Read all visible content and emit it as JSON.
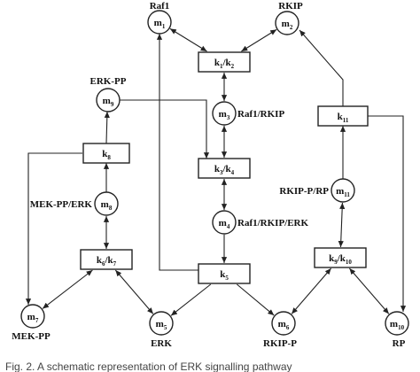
{
  "diagram": {
    "caption": "Fig. 2. A schematic representation of ERK signalling pathway",
    "nodes": [
      {
        "id": "m1",
        "kind": "species",
        "main": "m",
        "sub": "1",
        "label": "Raf1"
      },
      {
        "id": "m2",
        "kind": "species",
        "main": "m",
        "sub": "2",
        "label": "RKIP"
      },
      {
        "id": "m3",
        "kind": "species",
        "main": "m",
        "sub": "3",
        "label": "Raf1/RKIP"
      },
      {
        "id": "m4",
        "kind": "species",
        "main": "m",
        "sub": "4",
        "label": "Raf1/RKIP/ERK"
      },
      {
        "id": "m5",
        "kind": "species",
        "main": "m",
        "sub": "5",
        "label": "ERK"
      },
      {
        "id": "m6",
        "kind": "species",
        "main": "m",
        "sub": "6",
        "label": "RKIP-P"
      },
      {
        "id": "m7",
        "kind": "species",
        "main": "m",
        "sub": "7",
        "label": "MEK-PP"
      },
      {
        "id": "m8",
        "kind": "species",
        "main": "m",
        "sub": "8",
        "label": "MEK-PP/ERK"
      },
      {
        "id": "m9",
        "kind": "species",
        "main": "m",
        "sub": "9",
        "label": "ERK-PP"
      },
      {
        "id": "m10",
        "kind": "species",
        "main": "m",
        "sub": "10",
        "label": "RP"
      },
      {
        "id": "m11",
        "kind": "species",
        "main": "m",
        "sub": "11",
        "label": "RKIP-P/RP"
      },
      {
        "id": "k1k2",
        "kind": "reaction",
        "parts": [
          {
            "main": "k",
            "sub": "1"
          },
          {
            "main": "k",
            "sub": "2"
          }
        ]
      },
      {
        "id": "k3k4",
        "kind": "reaction",
        "parts": [
          {
            "main": "k",
            "sub": "3"
          },
          {
            "main": "k",
            "sub": "4"
          }
        ]
      },
      {
        "id": "k5",
        "kind": "reaction",
        "parts": [
          {
            "main": "k",
            "sub": "5"
          }
        ]
      },
      {
        "id": "k6k7",
        "kind": "reaction",
        "parts": [
          {
            "main": "k",
            "sub": "6"
          },
          {
            "main": "k",
            "sub": "7"
          }
        ]
      },
      {
        "id": "k8",
        "kind": "reaction",
        "parts": [
          {
            "main": "k",
            "sub": "8"
          }
        ]
      },
      {
        "id": "k9k10",
        "kind": "reaction",
        "parts": [
          {
            "main": "k",
            "sub": "9"
          },
          {
            "main": "k",
            "sub": "10"
          }
        ]
      },
      {
        "id": "k11",
        "kind": "reaction",
        "parts": [
          {
            "main": "k",
            "sub": "11"
          }
        ]
      }
    ],
    "edges": [
      {
        "from": "m1",
        "to": "k1k2",
        "direction": "both"
      },
      {
        "from": "m2",
        "to": "k1k2",
        "direction": "both"
      },
      {
        "from": "k1k2",
        "to": "m3",
        "direction": "both"
      },
      {
        "from": "m3",
        "to": "k3k4",
        "direction": "both"
      },
      {
        "from": "m9",
        "to": "k3k4",
        "direction": "forward"
      },
      {
        "from": "k3k4",
        "to": "m4",
        "direction": "both"
      },
      {
        "from": "m4",
        "to": "k5",
        "direction": "forward"
      },
      {
        "from": "k5",
        "to": "m1",
        "direction": "forward"
      },
      {
        "from": "k5",
        "to": "m5",
        "direction": "forward"
      },
      {
        "from": "k5",
        "to": "m6",
        "direction": "forward"
      },
      {
        "from": "m5",
        "to": "k6k7",
        "direction": "both"
      },
      {
        "from": "m7",
        "to": "k6k7",
        "direction": "both"
      },
      {
        "from": "k6k7",
        "to": "m8",
        "direction": "both"
      },
      {
        "from": "m8",
        "to": "k8",
        "direction": "forward"
      },
      {
        "from": "k8",
        "to": "m9",
        "direction": "forward"
      },
      {
        "from": "k8",
        "to": "m7",
        "direction": "forward"
      },
      {
        "from": "m6",
        "to": "k9k10",
        "direction": "both"
      },
      {
        "from": "m10",
        "to": "k9k10",
        "direction": "both"
      },
      {
        "from": "k9k10",
        "to": "m11",
        "direction": "both"
      },
      {
        "from": "m11",
        "to": "k11",
        "direction": "forward"
      },
      {
        "from": "k11",
        "to": "m2",
        "direction": "forward"
      },
      {
        "from": "k11",
        "to": "m10",
        "direction": "forward"
      }
    ]
  }
}
